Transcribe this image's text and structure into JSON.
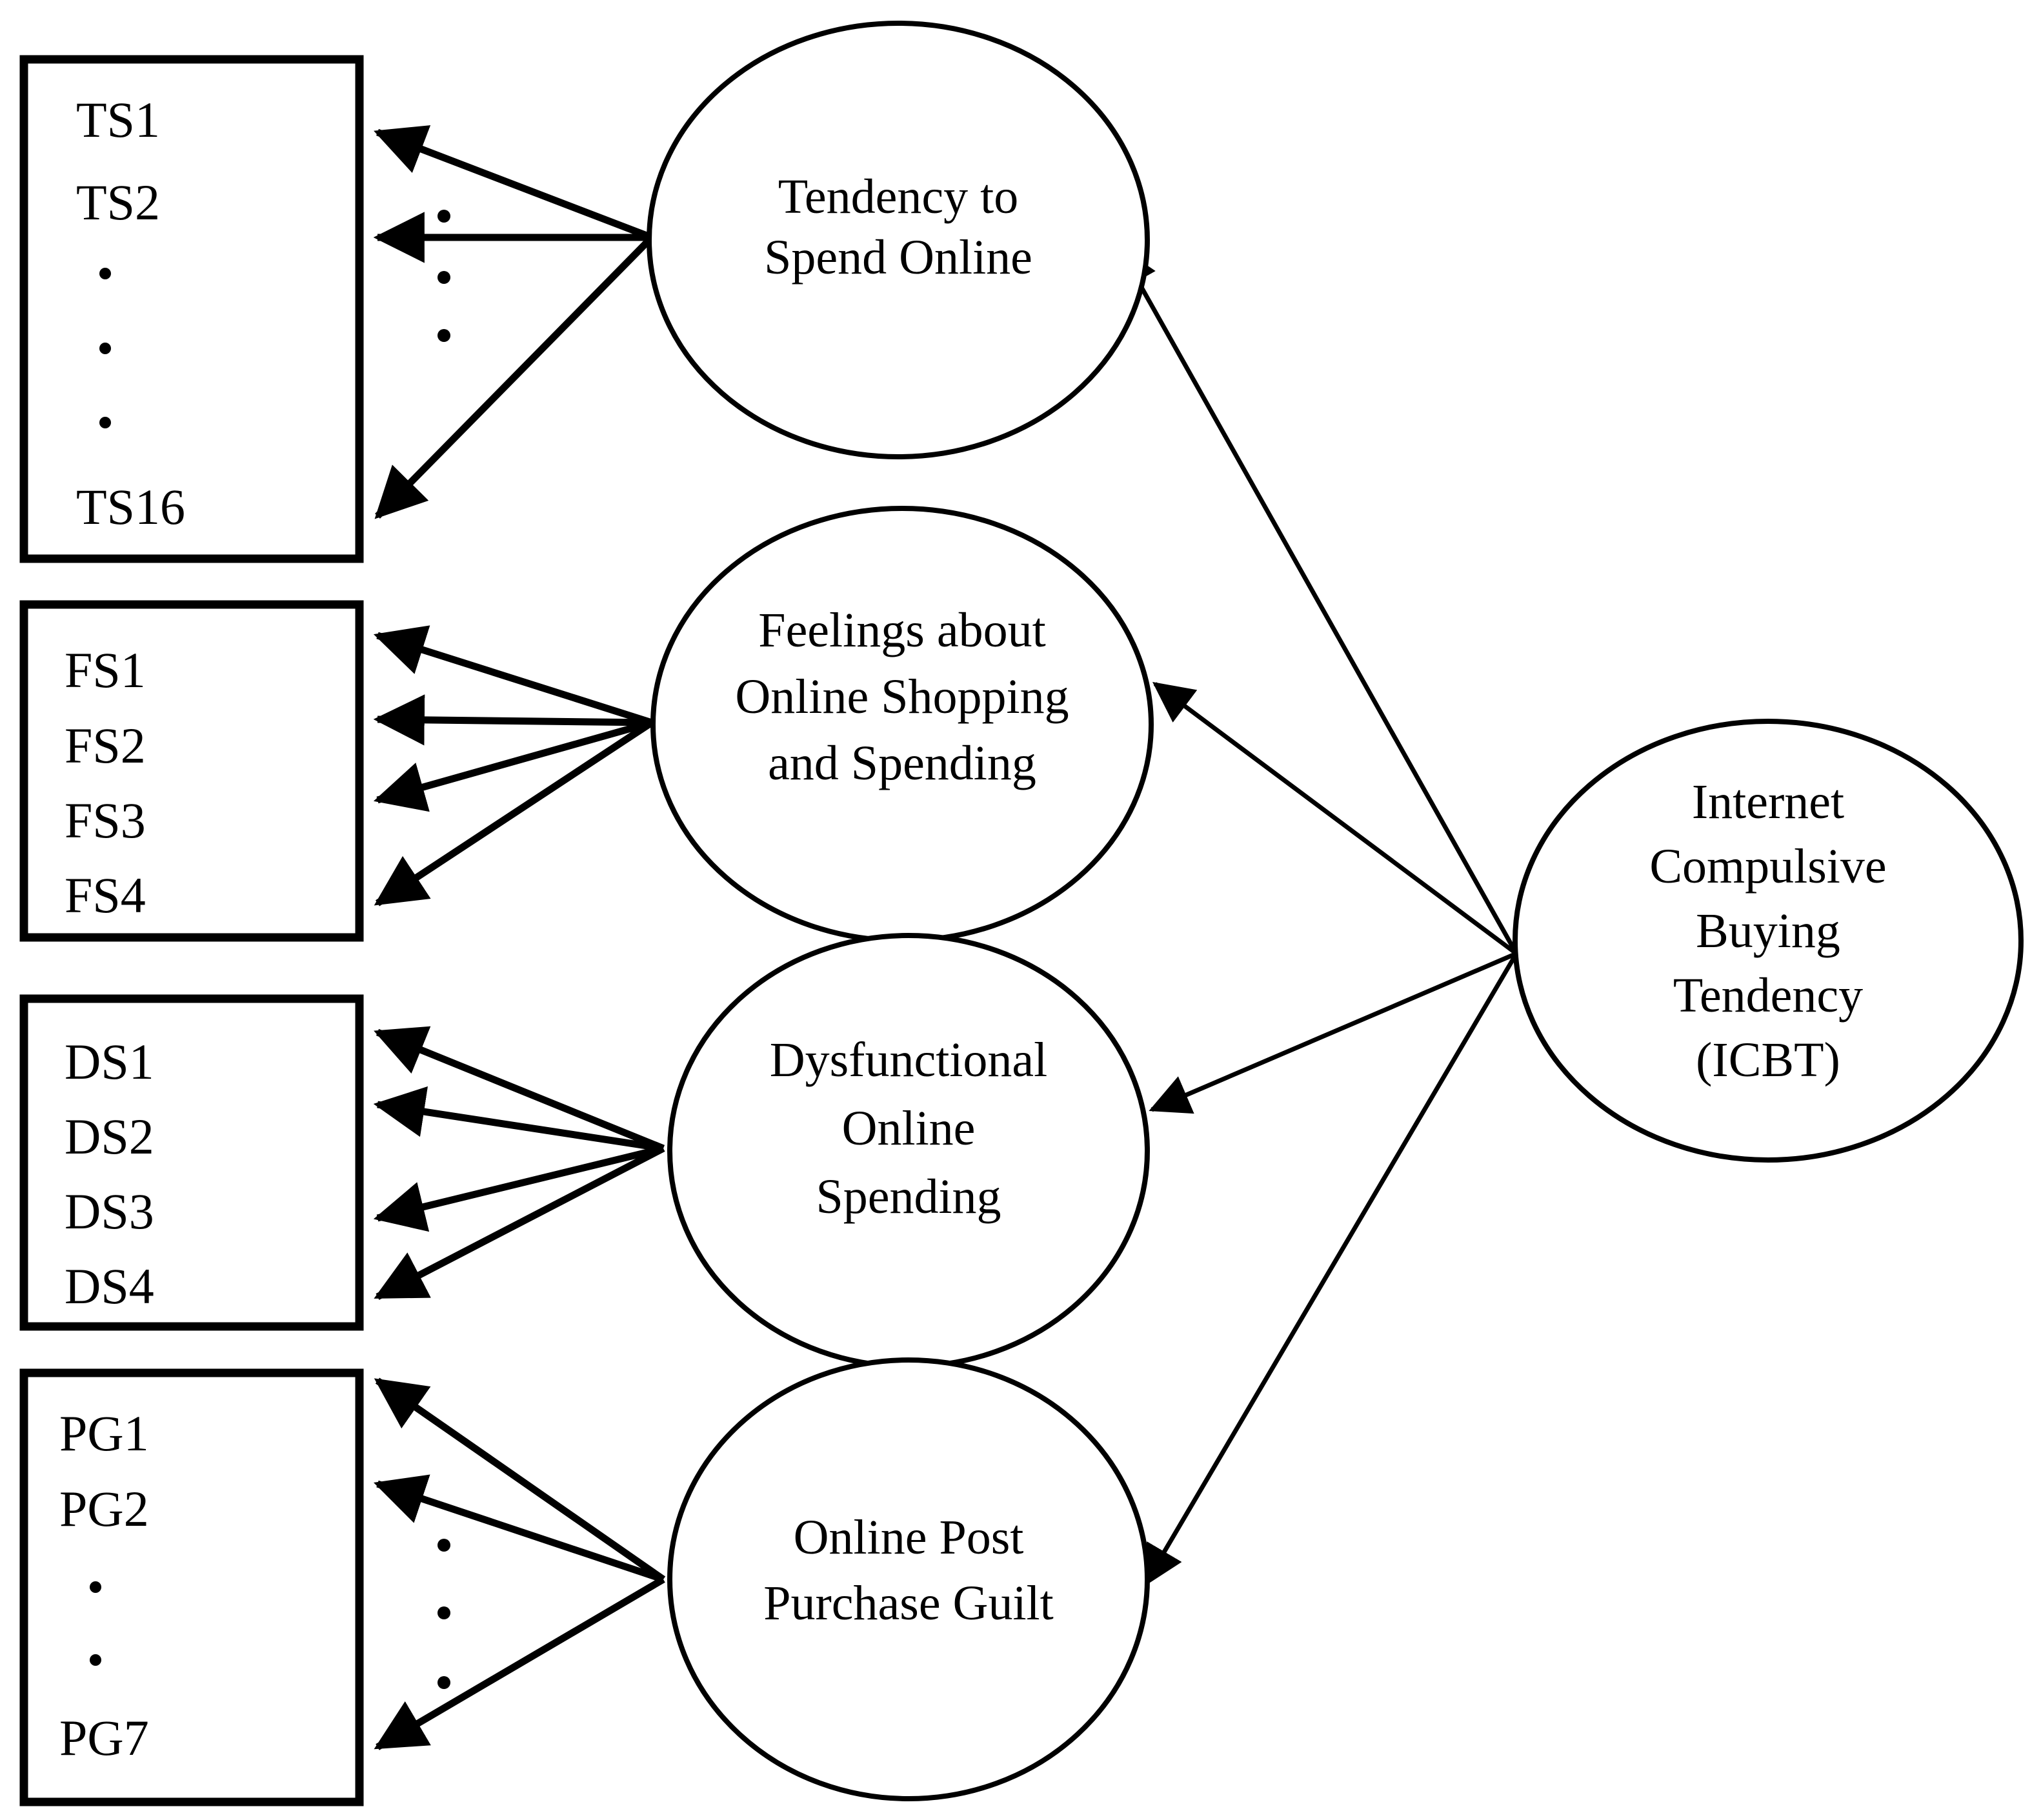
{
  "diagram": {
    "type": "sem-path-diagram",
    "title": "Internet Compulsive Buying Tendency measurement model",
    "colors": {
      "stroke": "#000000",
      "fill": "#ffffff",
      "text": "#000000"
    },
    "indicator_boxes": [
      {
        "id": "TS",
        "name": "tendency-to-spend-indicators",
        "items": [
          "TS1",
          "TS2",
          "·",
          "·",
          "·",
          "TS16"
        ],
        "first": "TS1",
        "second": "TS2",
        "last": "TS16",
        "ellipsis_count": 3
      },
      {
        "id": "FS",
        "name": "feelings-indicators",
        "items": [
          "FS1",
          "FS2",
          "FS3",
          "FS4"
        ],
        "ellipsis_count": 0
      },
      {
        "id": "DS",
        "name": "dysfunctional-spending-indicators",
        "items": [
          "DS1",
          "DS2",
          "DS3",
          "DS4"
        ],
        "ellipsis_count": 0
      },
      {
        "id": "PG",
        "name": "post-purchase-guilt-indicators",
        "items": [
          "PG1",
          "PG2",
          "·",
          "·",
          "PG7"
        ],
        "first": "PG1",
        "second": "PG2",
        "last": "PG7",
        "ellipsis_count": 2
      }
    ],
    "latent_factors": [
      {
        "id": "TSO",
        "name": "tendency-to-spend-online",
        "lines": [
          "Tendency to",
          "Spend Online"
        ]
      },
      {
        "id": "FOSS",
        "name": "feelings-about-online-shopping-and-spending",
        "lines": [
          "Feelings about",
          "Online Shopping",
          "and Spending"
        ]
      },
      {
        "id": "DOS",
        "name": "dysfunctional-online-spending",
        "lines": [
          "Dysfunctional",
          "Online",
          "Spending"
        ]
      },
      {
        "id": "OPPG",
        "name": "online-post-purchase-guilt",
        "lines": [
          "Online Post",
          "Purchase Guilt"
        ]
      }
    ],
    "second_order_factor": {
      "id": "ICBT",
      "name": "internet-compulsive-buying-tendency",
      "lines": [
        "Internet",
        "Compulsive",
        "Buying",
        "Tendency",
        "(ICBT)"
      ]
    },
    "paths": [
      {
        "from": "ICBT",
        "to": "TSO",
        "name": "icbt-to-tendency-to-spend-online"
      },
      {
        "from": "ICBT",
        "to": "FOSS",
        "name": "icbt-to-feelings-about-online-shopping"
      },
      {
        "from": "ICBT",
        "to": "DOS",
        "name": "icbt-to-dysfunctional-online-spending"
      },
      {
        "from": "ICBT",
        "to": "OPPG",
        "name": "icbt-to-online-post-purchase-guilt"
      }
    ],
    "loading_groups": [
      {
        "factor": "TSO",
        "box": "TS",
        "arrow_count": 3
      },
      {
        "factor": "FOSS",
        "box": "FS",
        "arrow_count": 4
      },
      {
        "factor": "DOS",
        "box": "DS",
        "arrow_count": 4
      },
      {
        "factor": "OPPG",
        "box": "PG",
        "arrow_count": 3
      }
    ]
  }
}
